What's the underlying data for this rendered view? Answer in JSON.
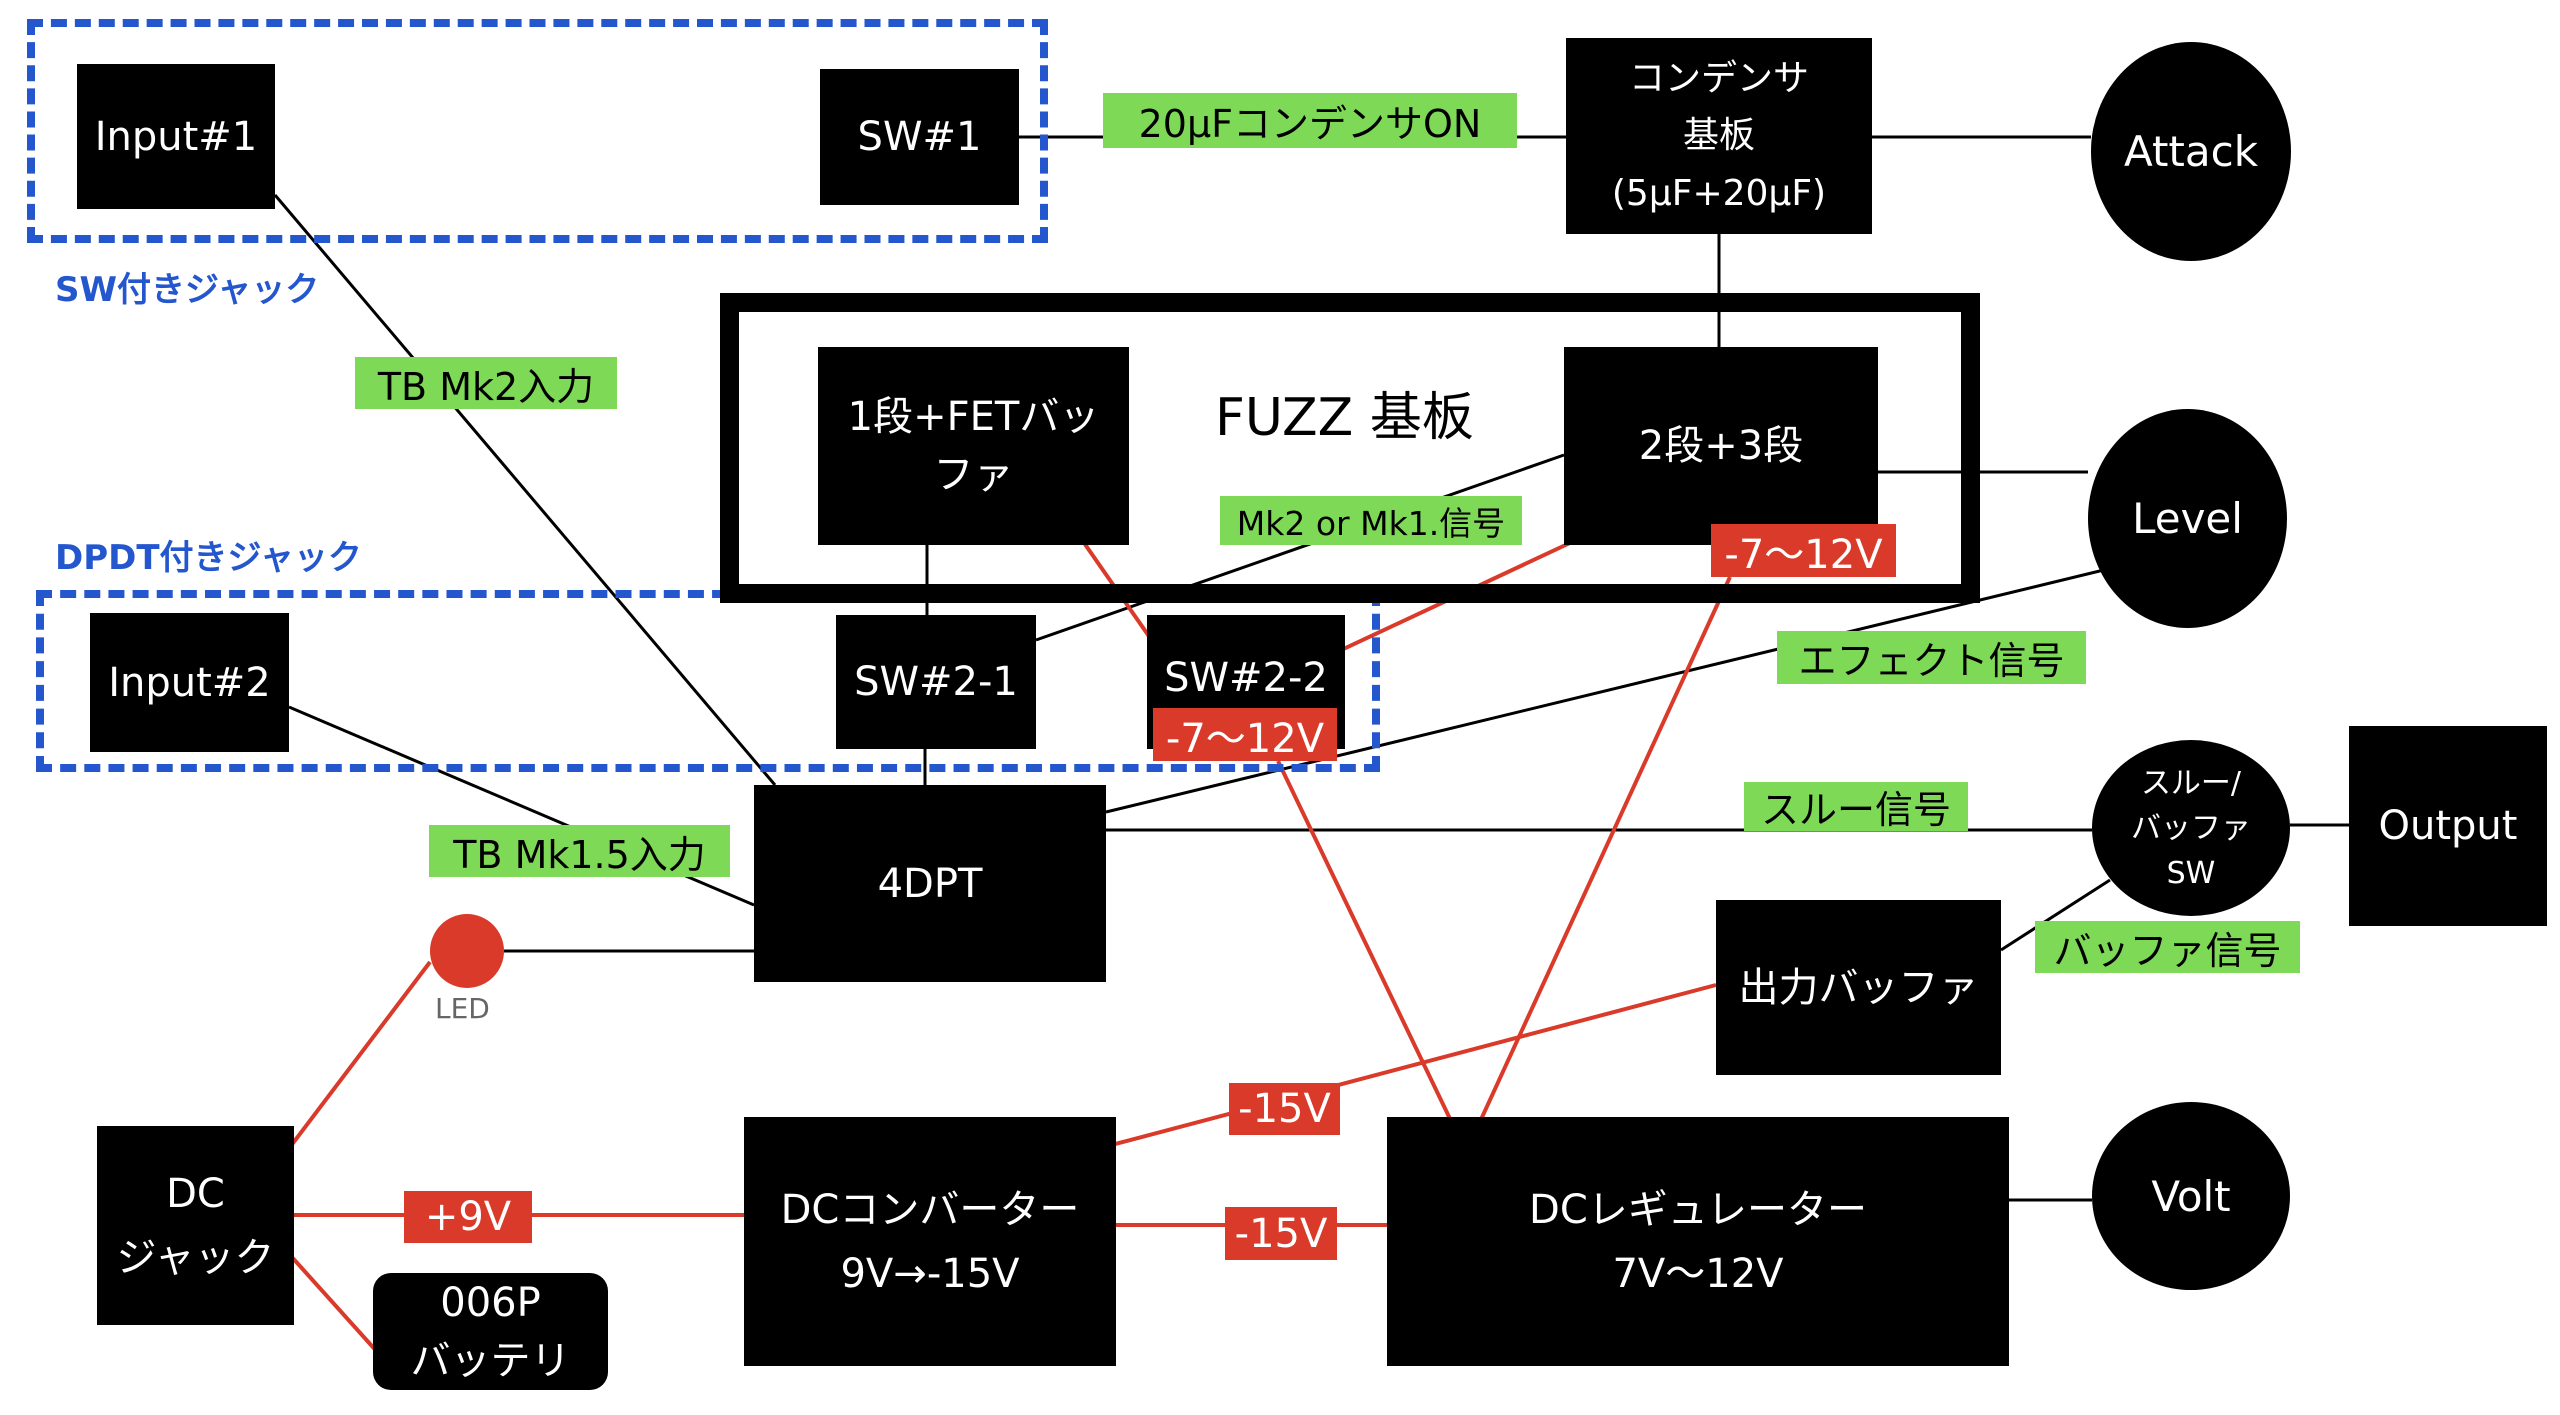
{
  "groups": {
    "sw_jack": "SW付きジャック",
    "dpdt_jack": "DPDT付きジャック",
    "fuzz_board": "FUZZ 基板"
  },
  "blocks": {
    "input1": "Input#1",
    "sw1": "SW#1",
    "condenser": [
      "コンデンサ",
      "基板",
      "(5μF+20μF)"
    ],
    "stage1": [
      "1段+FETバッ",
      "ファ"
    ],
    "stage23": "2段+3段",
    "input2": "Input#2",
    "sw21": "SW#2-1",
    "sw22": "SW#2-2",
    "dpt4": "4DPT",
    "output": "Output",
    "out_buffer": "出力バッファ",
    "dc_jack": [
      "DC",
      "ジャック"
    ],
    "battery": [
      "006P",
      "バッテリ"
    ],
    "dc_converter": [
      "DCコンバーター",
      "9V→-15V"
    ],
    "dc_regulator": [
      "DCレギュレーター",
      "7V〜12V"
    ]
  },
  "knobs": {
    "attack": "Attack",
    "level": "Level",
    "volt": "Volt",
    "thru_buffer_sw": [
      "スルー/",
      "バッファ",
      "SW"
    ]
  },
  "led": {
    "label": "LED",
    "color": "#D93A2A"
  },
  "signal_labels": {
    "cap_on": "20μFコンデンサON",
    "tb_mk2_in": "TB Mk2入力",
    "mk2_or_mk1": "Mk2 or Mk1.信号",
    "effect": "エフェクト信号",
    "tb_mk15_in": "TB Mk1.5入力",
    "thru": "スルー信号",
    "buffer": "バッファ信号"
  },
  "power_labels": {
    "v_range_fuzz": "-7〜12V",
    "v_range_sw22": "-7〜12V",
    "plus9v": "+9V",
    "minus15v_upper": "-15V",
    "minus15v_lower": "-15V"
  },
  "colors": {
    "signal_label_bg": "#7ED957",
    "power_label_bg": "#D93A2A",
    "power_wire": "#D93A2A",
    "group_border": "#2457CE",
    "block": "#000000"
  }
}
